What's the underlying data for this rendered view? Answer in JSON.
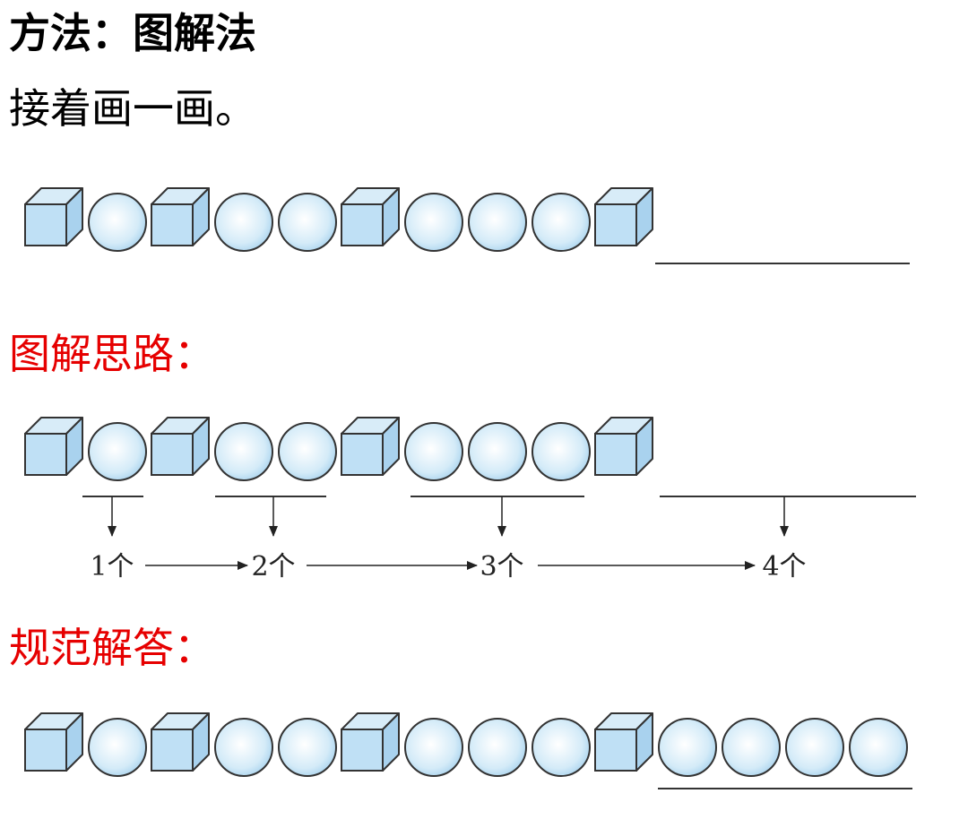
{
  "heading": "方法：图解法",
  "instruction": "接着画一画。",
  "thinking_heading": "图解思路：",
  "answer_heading": "规范解答：",
  "colors": {
    "heading_red": "#e60000",
    "shape_fill": "#bfe0f5",
    "shape_stroke": "#333333"
  },
  "question_sequence": [
    "cube",
    "sphere",
    "cube",
    "sphere",
    "sphere",
    "cube",
    "sphere",
    "sphere",
    "sphere",
    "cube"
  ],
  "answer_sequence": [
    "cube",
    "sphere",
    "cube",
    "sphere",
    "sphere",
    "cube",
    "sphere",
    "sphere",
    "sphere",
    "cube",
    "sphere",
    "sphere",
    "sphere",
    "sphere"
  ],
  "group_counts": [
    "1个",
    "2个",
    "3个",
    "4个"
  ]
}
